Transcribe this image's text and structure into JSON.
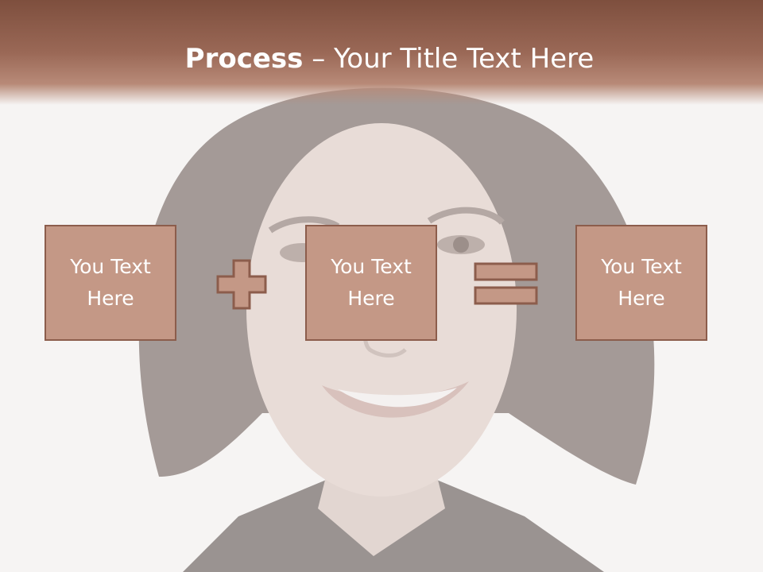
{
  "slide": {
    "title_bold": "Process",
    "title_dash": " – ",
    "title_rest": "Your Title Text Here",
    "boxes": [
      {
        "text": "You Text Here"
      },
      {
        "text": "You Text Here"
      },
      {
        "text": "You Text Here"
      }
    ],
    "operators": [
      "plus-icon",
      "equals-icon"
    ]
  },
  "colors": {
    "title_band": "#7e4f3e",
    "box_fill": "#c49886",
    "box_border": "#8c5d4c",
    "title_text": "#ffffff"
  }
}
